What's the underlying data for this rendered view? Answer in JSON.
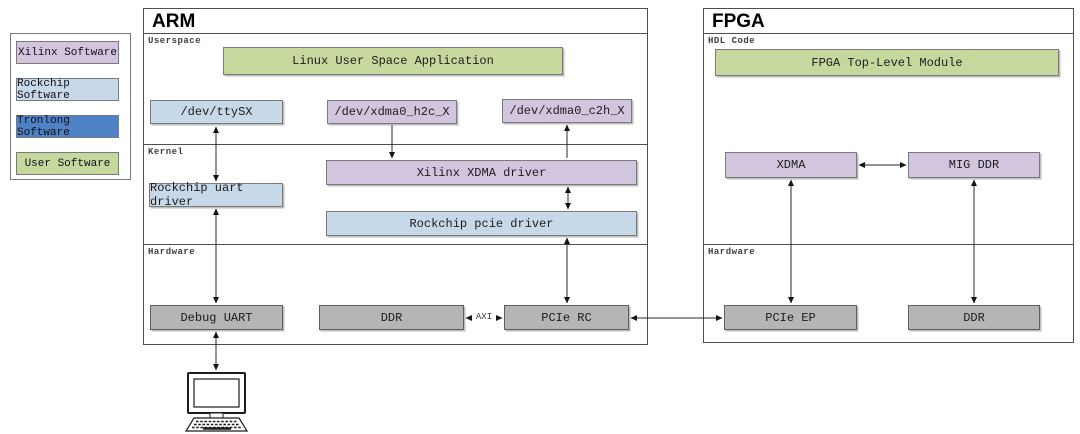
{
  "colors": {
    "xilinx": "#d2c5de",
    "rockchip": "#c7d8e9",
    "tronlong": "#4e82c4",
    "user": "#c6d89e",
    "hardware": "#b5b5b5"
  },
  "legend": {
    "items": [
      {
        "label": "Xilinx Software"
      },
      {
        "label": "Rockchip Software"
      },
      {
        "label": "Tronlong Software"
      },
      {
        "label": "User Software"
      }
    ]
  },
  "arm": {
    "title": "ARM",
    "sections": {
      "userspace": "Userspace",
      "kernel": "Kernel",
      "hardware": "Hardware"
    },
    "blocks": {
      "linux_app": "Linux User Space Application",
      "dev_ttysx": "/dev/ttySX",
      "dev_xdma_h2c": "/dev/xdma0_h2c_X",
      "dev_xdma_c2h": "/dev/xdma0_c2h_X",
      "xilinx_xdma_driver": "Xilinx XDMA driver",
      "rockchip_uart_driver": "Rockchip uart driver",
      "rockchip_pcie_driver": "Rockchip pcie driver",
      "debug_uart": "Debug UART",
      "ddr": "DDR",
      "pcie_rc": "PCIe RC"
    },
    "labels": {
      "axi": "AXI"
    }
  },
  "fpga": {
    "title": "FPGA",
    "sections": {
      "hdl": "HDL Code",
      "hardware": "Hardware"
    },
    "blocks": {
      "top_module": "FPGA Top-Level Module",
      "xdma": "XDMA",
      "mig_ddr": "MIG DDR",
      "pcie_ep": "PCIe EP",
      "ddr": "DDR"
    }
  }
}
